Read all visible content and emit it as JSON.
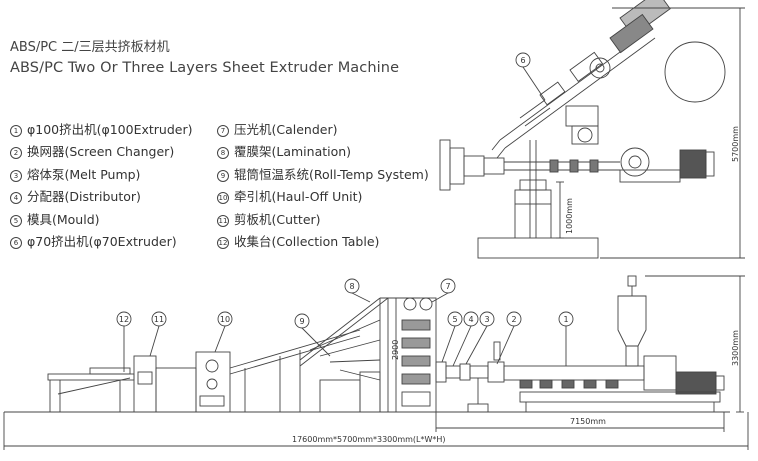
{
  "title": {
    "cn": "ABS/PC 二/三层共挤板材机",
    "en": "ABS/PC Two Or Three Layers Sheet Extruder Machine"
  },
  "legend_left": [
    {
      "n": "1",
      "text": "φ100挤出机(φ100Extruder)"
    },
    {
      "n": "2",
      "text": "换网器(Screen Changer)"
    },
    {
      "n": "3",
      "text": "熔体泵(Melt Pump)"
    },
    {
      "n": "4",
      "text": "分配器(Distributor)"
    },
    {
      "n": "5",
      "text": "模具(Mould)"
    },
    {
      "n": "6",
      "text": "φ70挤出机(φ70Extruder)"
    }
  ],
  "legend_right": [
    {
      "n": "7",
      "text": "压光机(Calender)"
    },
    {
      "n": "8",
      "text": "覆膜架(Lamination)"
    },
    {
      "n": "9",
      "text": "辊筒恒温系统(Roll-Temp System)"
    },
    {
      "n": "10",
      "text": "牵引机(Haul-Off Unit)"
    },
    {
      "n": "11",
      "text": "剪板机(Cutter)"
    },
    {
      "n": "12",
      "text": "收集台(Collection Table)"
    }
  ],
  "dimensions": {
    "side_height": "5700mm",
    "post_height": "1000mm",
    "front_height": "3300mm",
    "calender_height": "2900",
    "extruder_length": "7150mm",
    "overall": "17600mm*5700mm*3300mm(L*W*H)"
  },
  "callouts": {
    "c6": "6",
    "c8": "8",
    "c7": "7",
    "c9": "9",
    "c10": "10",
    "c11": "11",
    "c12": "12",
    "c5": "5",
    "c4": "4",
    "c3": "3",
    "c2": "2",
    "c1": "1"
  }
}
